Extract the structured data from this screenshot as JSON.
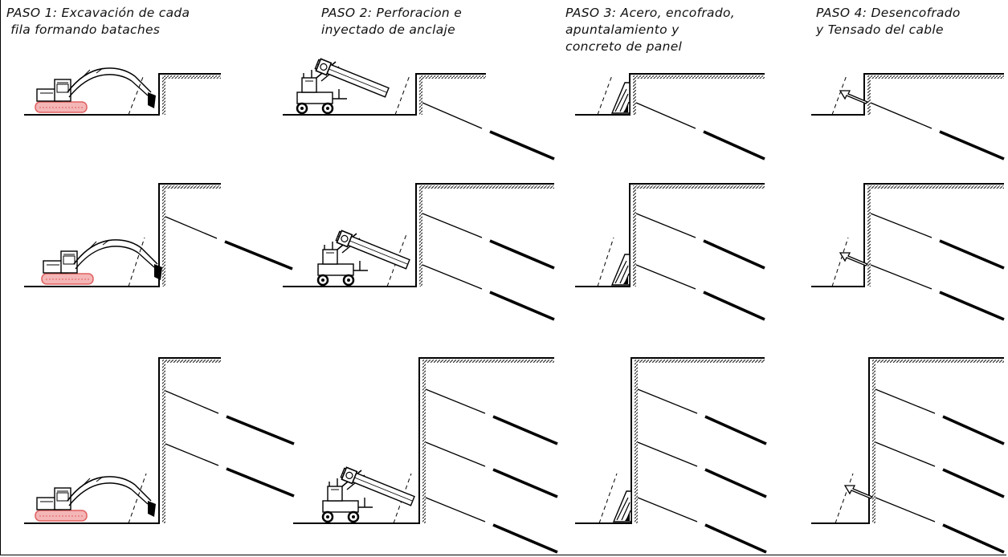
{
  "steps": [
    {
      "title_lines": [
        "PASO 1: Excavación de cada",
        " fila formando bataches"
      ]
    },
    {
      "title_lines": [
        "PASO 2: Perforacion e",
        "inyectado de anclaje"
      ]
    },
    {
      "title_lines": [
        "PASO 3: Acero, encofrado,",
        "apuntalamiento y",
        "concreto de panel"
      ]
    },
    {
      "title_lines": [
        "PASO 4: Desencofrado",
        "y Tensado del cable"
      ]
    }
  ],
  "colors": {
    "line": "#000000",
    "track": "#e06060",
    "track_fill": "#f4b6b6",
    "hatch": "#444444"
  },
  "icons": {
    "excavator": "excavator-icon",
    "drill_rig": "drill-rig-icon",
    "formwork": "formwork-brace-icon",
    "tension_arrow": "tension-arrow-icon"
  }
}
